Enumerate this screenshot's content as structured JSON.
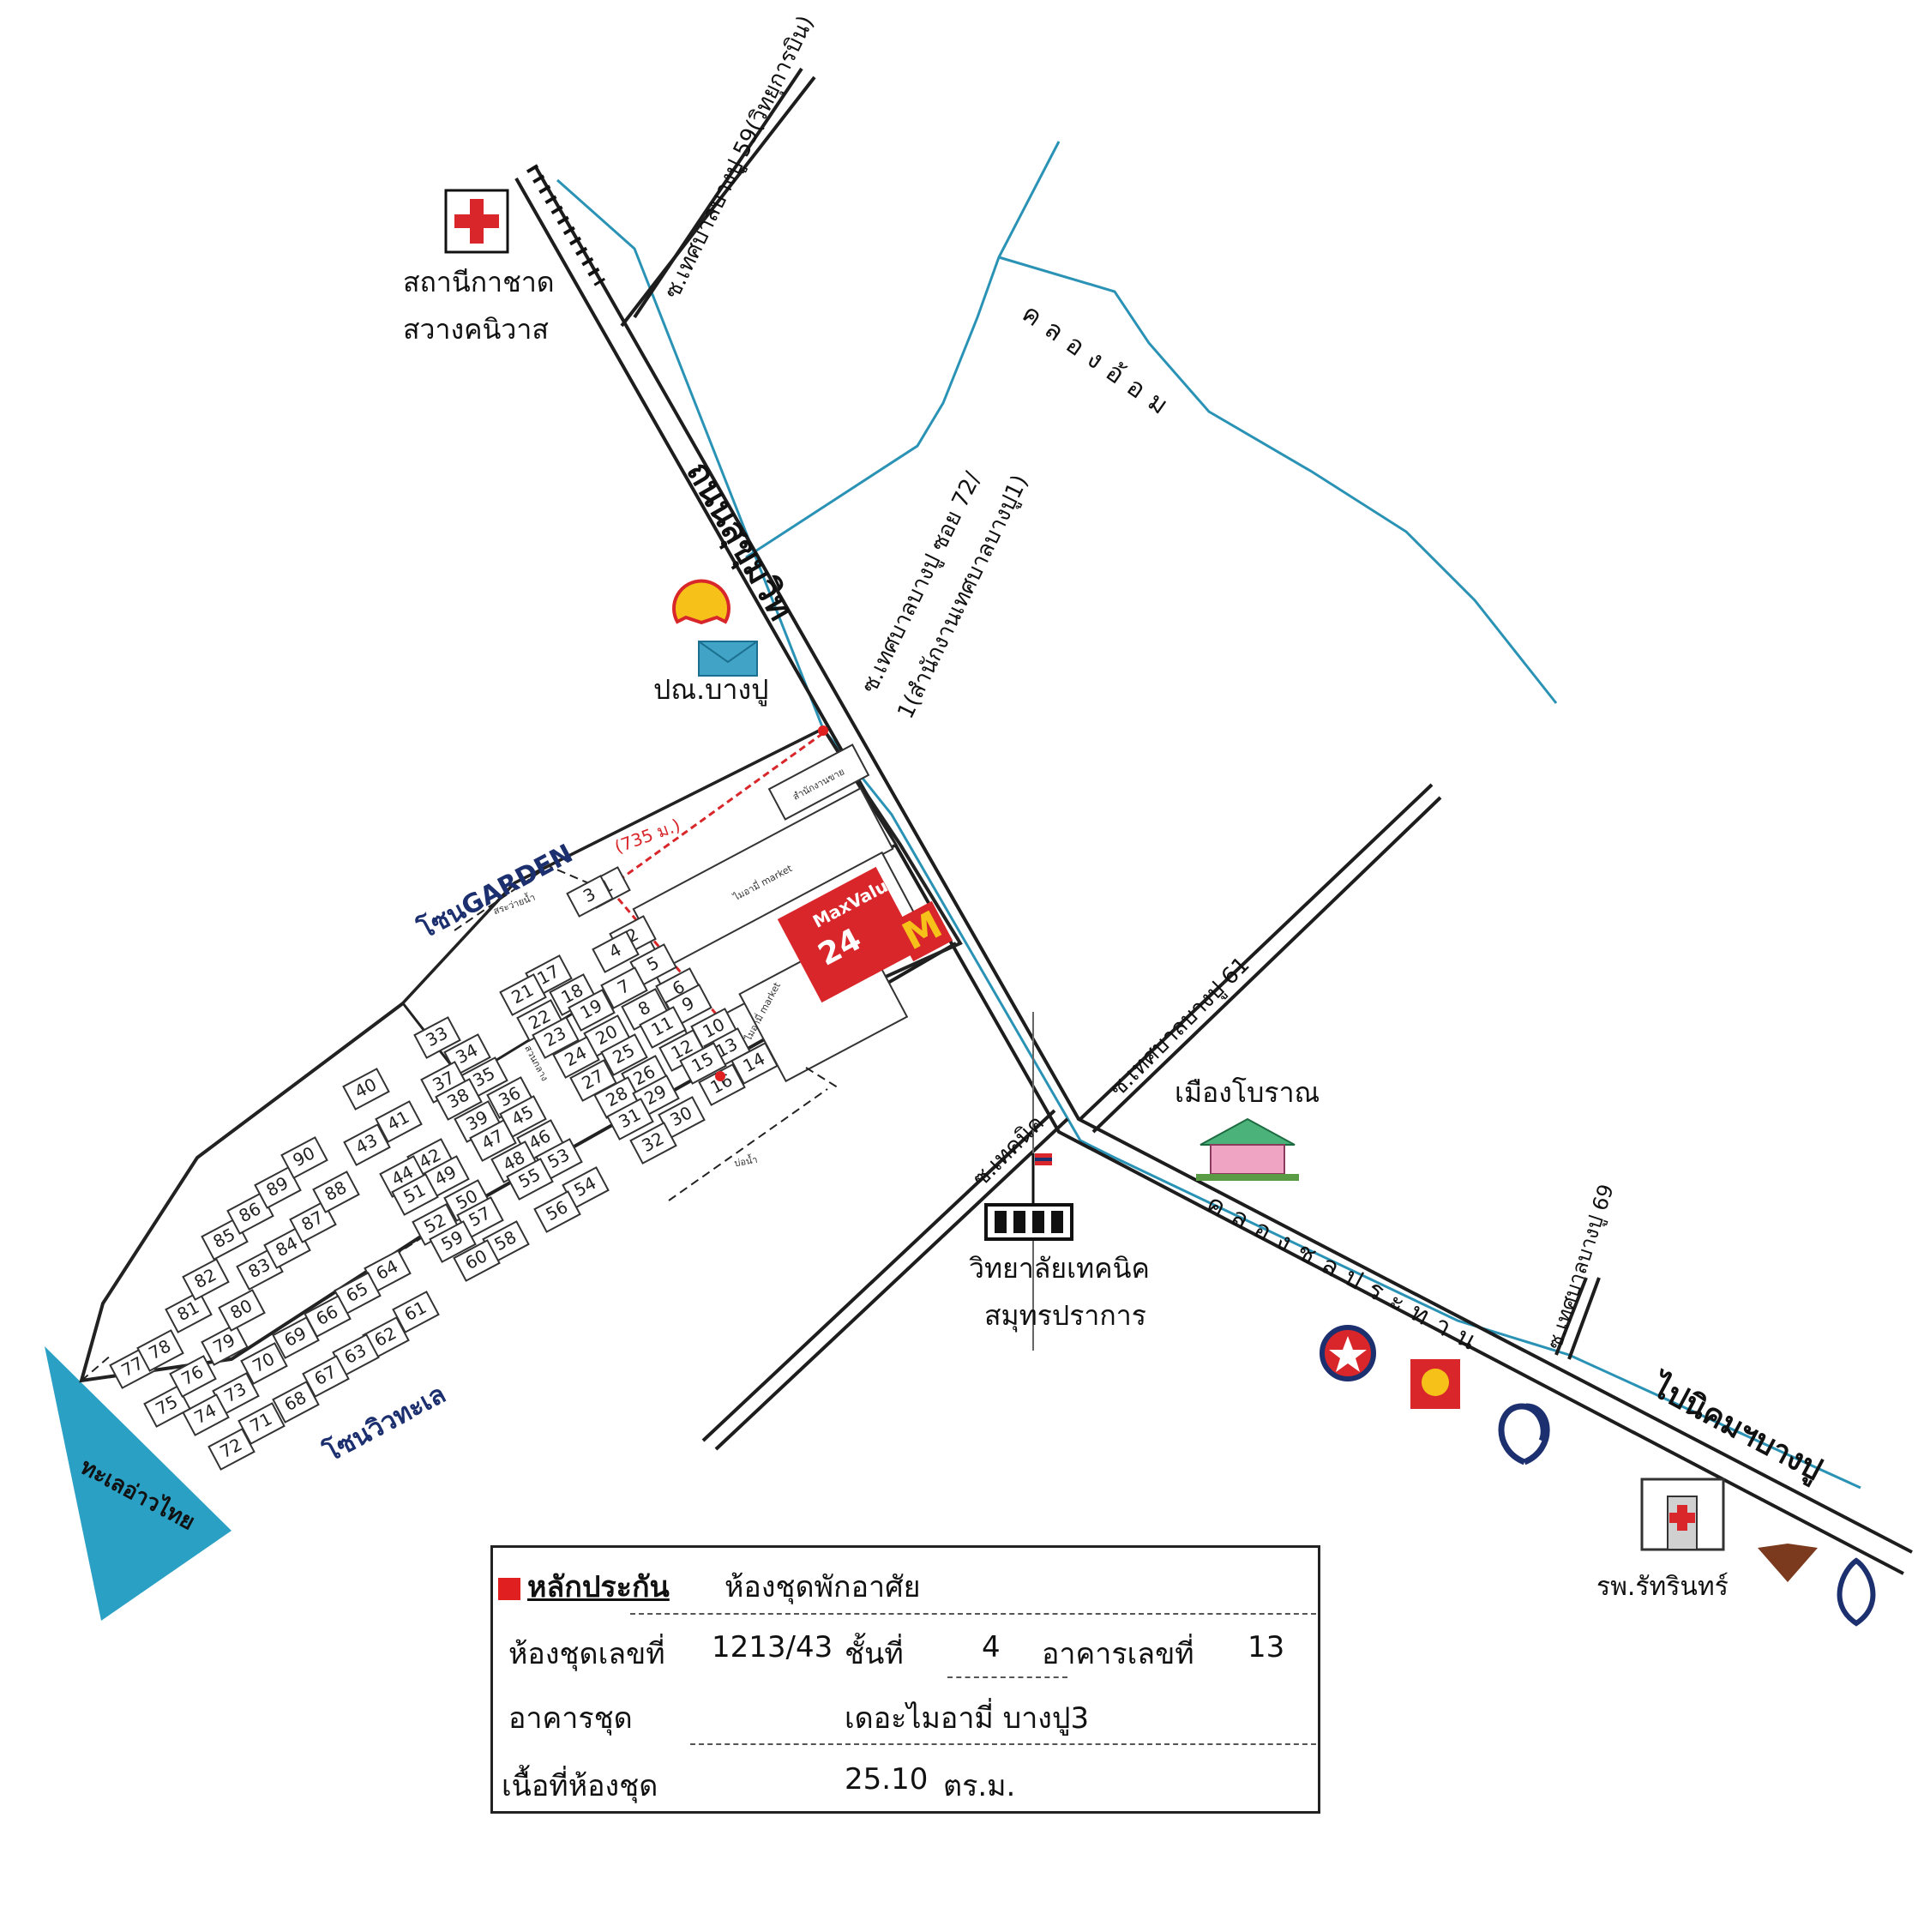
{
  "map": {
    "labels": {
      "red_cross": "สถานีกาชาด",
      "red_cross_2": "สวางคนิวาส",
      "road_soi59": "ซ.เทศบาลบางปู 59(วิทยุการบิน)",
      "canal_om": "คลองอ้อม",
      "main_road": "ถนนสุขุมวิท",
      "post_office": "ปณ.บางปู",
      "soi72_line1": "ซ.เทศบาลบางปู ซอย 72/",
      "soi72_line2": "1(สำนักงานเทศบาลบางปู1)",
      "distance": "(735 ม.)",
      "zone_garden": "โซนGARDEN",
      "zone_sea": "โซนวิวทะเล",
      "sea": "ทะเลอ่าวไทย",
      "soi61": "ซ.เทศบาลบางปู 61",
      "ancient_city": "เมืองโบราณ",
      "canal_chonprathan": "คลองชลประทาน",
      "soi_technic": "ซ.เทคนิค",
      "college_1": "วิทยาลัยเทคนิค",
      "college_2": "สมุทรปราการ",
      "soi69": "ซ.เทศบาลบางปู 69",
      "to_estate": "ไปนิคมฯบางปู",
      "hospital": "รพ.รัทรินทร์",
      "market": "ไมอามี่ market",
      "market2": "ไมอามี่ market",
      "office": "สำนักงานขาย",
      "pool": "สระว่ายน้ำ",
      "garden": "สวนกลาง",
      "pond": "บ่อน้ำ",
      "maxvalu": "MaxValu",
      "maxvalu_hours": "24"
    },
    "buildings": [
      {
        "n": "1"
      },
      {
        "n": "2"
      },
      {
        "n": "3"
      },
      {
        "n": "4"
      },
      {
        "n": "5"
      },
      {
        "n": "6"
      },
      {
        "n": "7"
      },
      {
        "n": "8"
      },
      {
        "n": "9"
      },
      {
        "n": "10"
      },
      {
        "n": "11"
      },
      {
        "n": "12"
      },
      {
        "n": "13"
      },
      {
        "n": "14"
      },
      {
        "n": "15"
      },
      {
        "n": "16"
      },
      {
        "n": "17"
      },
      {
        "n": "18"
      },
      {
        "n": "19"
      },
      {
        "n": "20"
      },
      {
        "n": "21"
      },
      {
        "n": "22"
      },
      {
        "n": "23"
      },
      {
        "n": "24"
      },
      {
        "n": "25"
      },
      {
        "n": "26"
      },
      {
        "n": "27"
      },
      {
        "n": "28"
      },
      {
        "n": "29"
      },
      {
        "n": "30"
      },
      {
        "n": "31"
      },
      {
        "n": "32"
      },
      {
        "n": "33"
      },
      {
        "n": "34"
      },
      {
        "n": "35"
      },
      {
        "n": "36"
      },
      {
        "n": "37"
      },
      {
        "n": "38"
      },
      {
        "n": "39"
      },
      {
        "n": "40"
      },
      {
        "n": "41"
      },
      {
        "n": "42"
      },
      {
        "n": "43"
      },
      {
        "n": "44"
      },
      {
        "n": "45"
      },
      {
        "n": "46"
      },
      {
        "n": "47"
      },
      {
        "n": "48"
      },
      {
        "n": "49"
      },
      {
        "n": "50"
      },
      {
        "n": "51"
      },
      {
        "n": "52"
      },
      {
        "n": "53"
      },
      {
        "n": "54"
      },
      {
        "n": "55"
      },
      {
        "n": "56"
      },
      {
        "n": "57"
      },
      {
        "n": "58"
      },
      {
        "n": "59"
      },
      {
        "n": "60"
      },
      {
        "n": "61"
      },
      {
        "n": "62"
      },
      {
        "n": "63"
      },
      {
        "n": "64"
      },
      {
        "n": "65"
      },
      {
        "n": "66"
      },
      {
        "n": "67"
      },
      {
        "n": "68"
      },
      {
        "n": "69"
      },
      {
        "n": "70"
      },
      {
        "n": "71"
      },
      {
        "n": "72"
      },
      {
        "n": "73"
      },
      {
        "n": "74"
      },
      {
        "n": "75"
      },
      {
        "n": "76"
      },
      {
        "n": "77"
      },
      {
        "n": "78"
      },
      {
        "n": "79"
      },
      {
        "n": "80"
      },
      {
        "n": "81"
      },
      {
        "n": "82"
      },
      {
        "n": "83"
      },
      {
        "n": "84"
      },
      {
        "n": "85"
      },
      {
        "n": "86"
      },
      {
        "n": "87"
      },
      {
        "n": "88"
      },
      {
        "n": "89"
      },
      {
        "n": "90"
      }
    ],
    "highlighted_building": "13",
    "colors": {
      "canal": "#2a93b5",
      "sea": "#2aa0c4",
      "collateral": "#e02020",
      "zone_text": "#1c2f6e"
    }
  },
  "info": {
    "title": "หลักประกัน",
    "title_value": "ห้องชุดพักอาศัย",
    "unit_label": "ห้องชุดเลขที่",
    "unit_value": "1213/43",
    "floor_label": "ชั้นที่",
    "floor_value": "4",
    "building_label": "อาคารเลขที่",
    "building_value": "13",
    "condo_label": "อาคารชุด",
    "condo_value": "เดอะไมอามี่ บางปู3",
    "area_label": "เนื้อที่ห้องชุด",
    "area_value": "25.10",
    "area_unit": "ตร.ม."
  }
}
